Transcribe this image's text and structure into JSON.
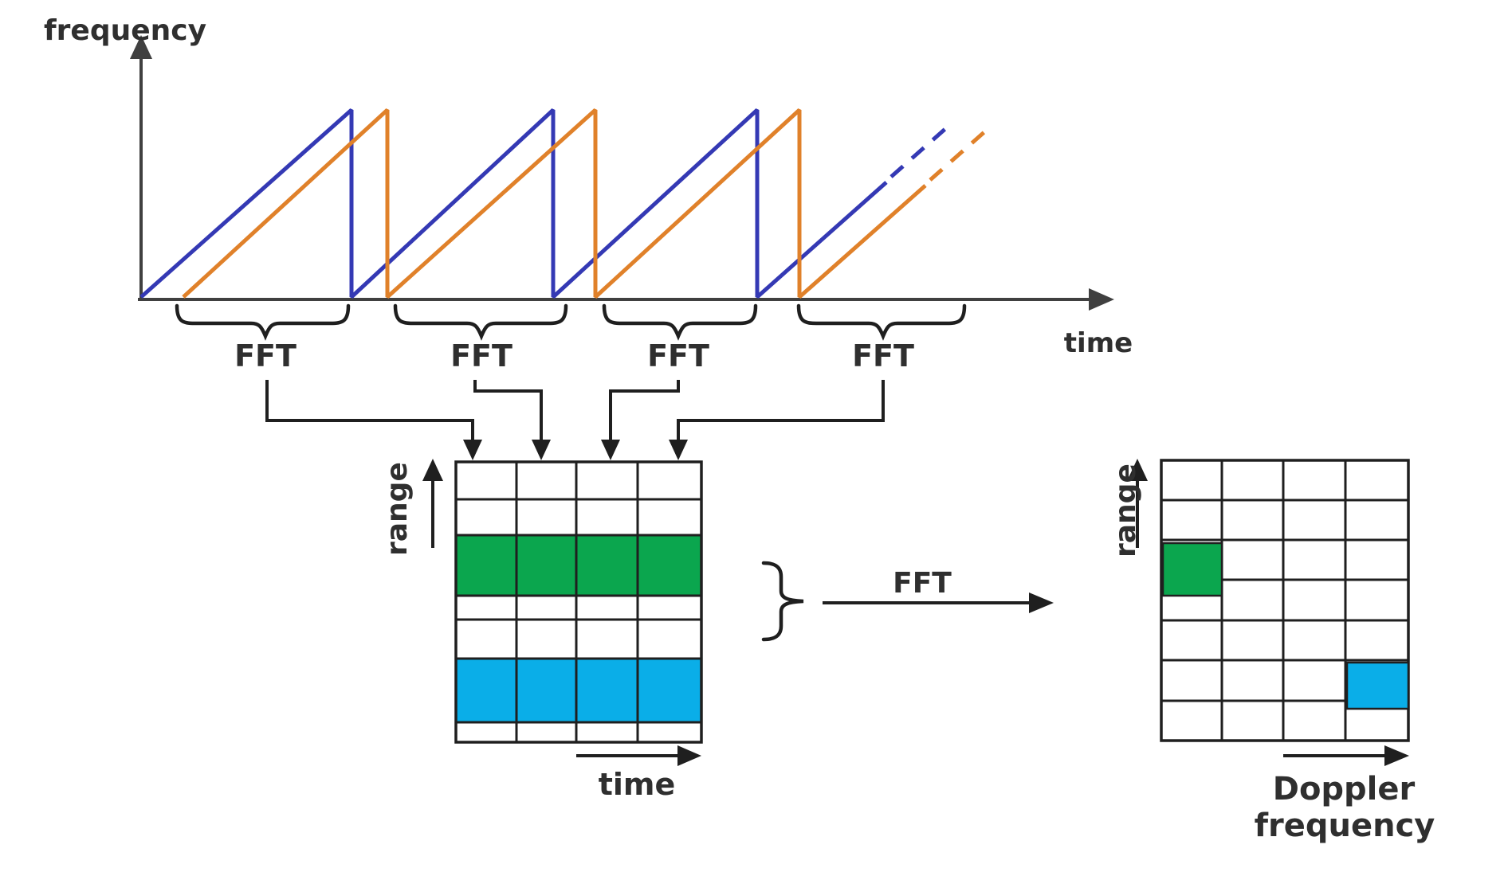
{
  "colors": {
    "blue_chirp": "#3439b4",
    "orange_chirp": "#e0812a",
    "green": "#0ba64e",
    "cyan": "#0aaee8",
    "axis": "#404040",
    "line": "#1f1f1f",
    "text": "#2f2f2f",
    "white": "#ffffff"
  },
  "frequency_time_plot": {
    "y_axis_label": "frequency",
    "x_axis_label": "time",
    "num_solid_chirps_shown": 3,
    "continuation_style": "dashed",
    "fft_braces": {
      "labels": [
        "FFT",
        "FFT",
        "FFT",
        "FFT"
      ]
    }
  },
  "range_time_matrix": {
    "y_axis_label": "range",
    "x_axis_label": "time",
    "cols": 4,
    "rows": 7,
    "highlighted_rows": [
      {
        "row": 3,
        "color": "green"
      },
      {
        "row": 6,
        "color": "cyan"
      }
    ]
  },
  "doppler_fft_step": {
    "label": "FFT"
  },
  "range_doppler_matrix": {
    "y_axis_label": "range",
    "x_axis_label_line1": "Doppler",
    "x_axis_label_line2": "frequency",
    "cols": 4,
    "rows": 7,
    "highlighted_cells": [
      {
        "row": 3,
        "col": 1,
        "color": "green"
      },
      {
        "row": 6,
        "col": 4,
        "color": "cyan"
      }
    ]
  }
}
